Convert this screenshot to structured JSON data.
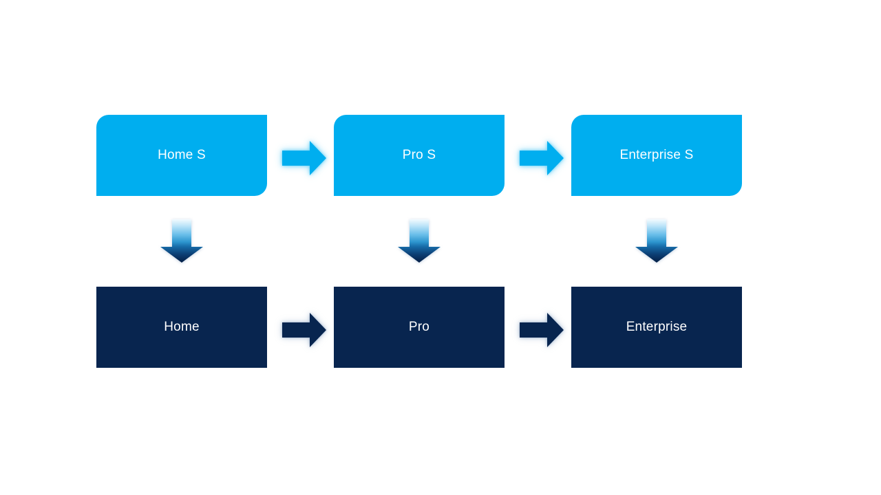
{
  "canvas": {
    "background": "#ffffff"
  },
  "colors": {
    "light_blue": "#00AEEF",
    "dark_navy": "#08254F"
  },
  "diagram": {
    "type": "process-flow",
    "top_row": [
      {
        "label": "Home S"
      },
      {
        "label": "Pro S"
      },
      {
        "label": "Enterprise S"
      }
    ],
    "bottom_row": [
      {
        "label": "Home"
      },
      {
        "label": "Pro"
      },
      {
        "label": "Enterprise"
      }
    ],
    "connectors": {
      "horizontal": "right-arrow-icon",
      "vertical": "down-arrow-icon"
    }
  }
}
